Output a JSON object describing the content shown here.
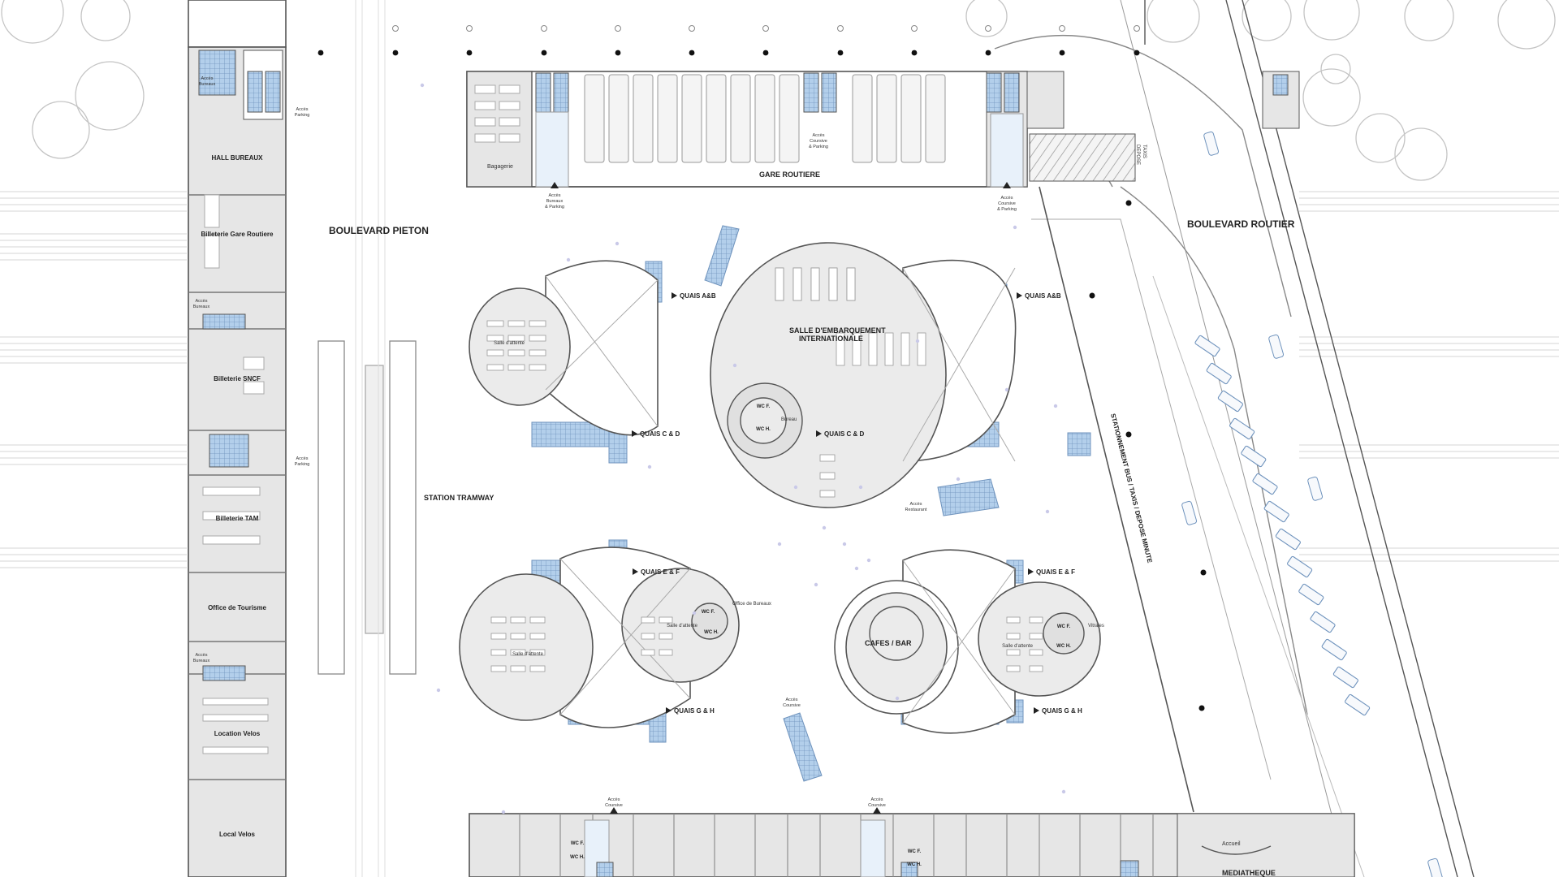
{
  "labels": {
    "boulevard_pieton": "BOULEVARD PIETON",
    "boulevard_routier": "BOULEVARD ROUTIER",
    "gare_routiere": "GARE ROUTIERE",
    "bagagerie": "Bagagerie",
    "station_tramway": "STATION TRAMWAY",
    "salle_embarquement": "SALLE D'EMBARQUEMENT",
    "internationale": "INTERNATIONALE",
    "cafes_bar": "CAFES / BAR",
    "mediatheque": "MEDIATHEQUE",
    "accueil": "Accueil",
    "stationnement": "STATIONNEMENT BUS / TAXIS / DEPOSE MINUTE",
    "salle_attente": "Salle d'attente",
    "wc_f": "WC F.",
    "wc_h": "WC H.",
    "bureau": "Bureau",
    "office_bureaux": "Office de Bureaux",
    "vitrales": "Vitrales",
    "acces_taxis": "TAXIS",
    "acces_depose": "DEPOSE"
  },
  "west_rooms": [
    "HALL BUREAUX",
    "Billeterie Gare Routiere",
    "Billeterie SNCF",
    "Billeterie TAM",
    "Office de Tourisme",
    "Location Velos",
    "Local Velos"
  ],
  "quais": {
    "ab_left": "QUAIS A&B",
    "ab_right": "QUAIS A&B",
    "cd_left": "QUAIS C & D",
    "cd_right": "QUAIS C & D",
    "ef_left": "QUAIS E & F",
    "ef_right": "QUAIS E & F",
    "gh_left": "QUAIS G & H",
    "gh_right": "QUAIS G & H"
  },
  "access": {
    "bureaux": [
      "Accès",
      "Bureaux"
    ],
    "parking": [
      "Accès",
      "Parking"
    ],
    "bureaux_parking": [
      "Accès",
      "Bureaux",
      "& Parking"
    ],
    "coursive_parking": [
      "Accès",
      "Coursive",
      "& Parking"
    ],
    "restaurant": [
      "Accès",
      "Restaurant"
    ],
    "coursive": [
      "Accès",
      "Coursive"
    ]
  },
  "colors": {
    "line": "#555555",
    "thin": "#9a9a9a",
    "fill": "#e6e6e6",
    "blue": "#a9c8e8",
    "blue_dark": "#6f93bd",
    "tree": "#c8c8c8"
  }
}
